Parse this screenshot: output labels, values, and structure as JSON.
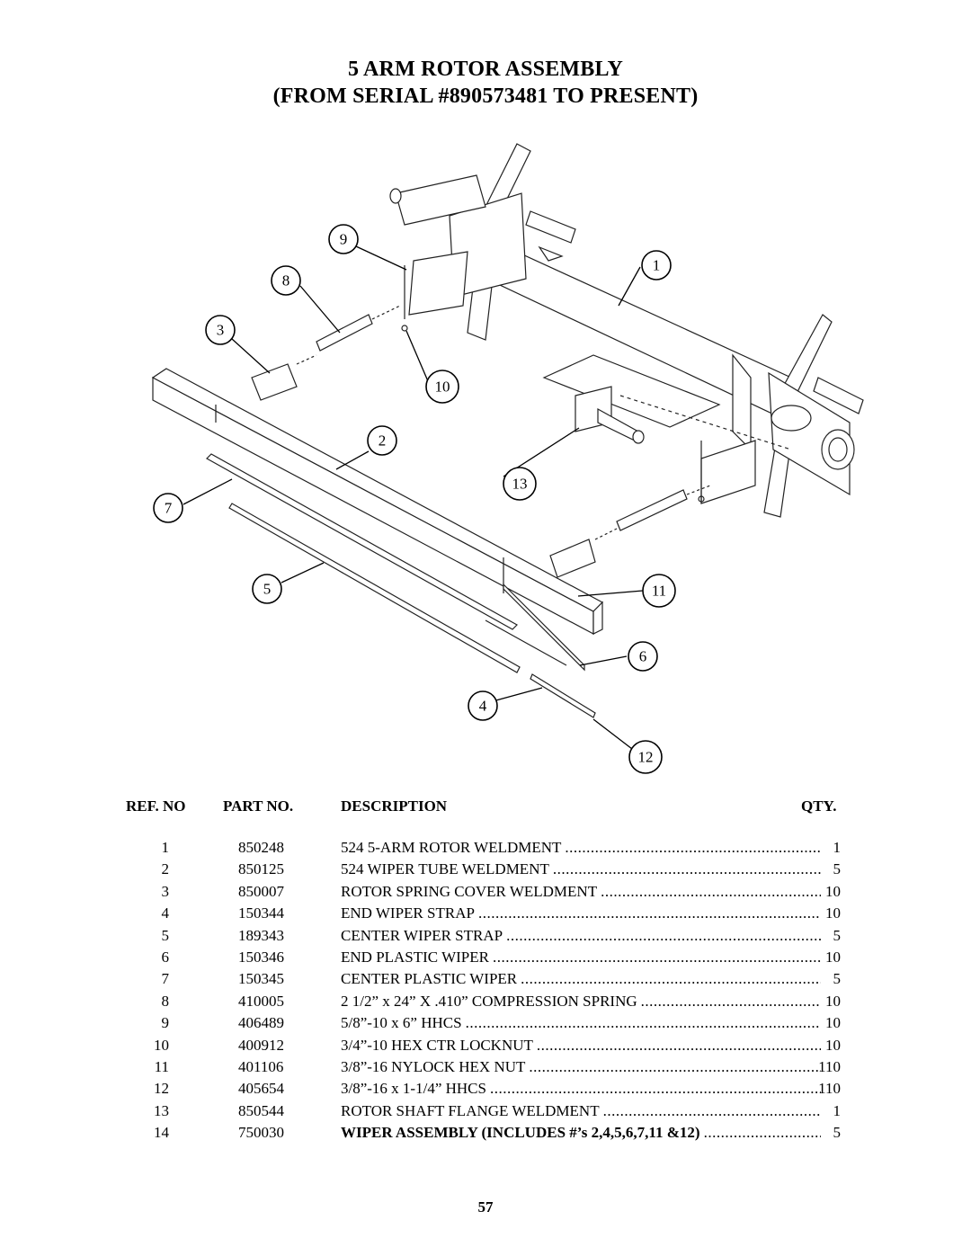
{
  "title": {
    "line1": "5 ARM ROTOR ASSEMBLY",
    "line2": "(FROM SERIAL #890573481 TO PRESENT)"
  },
  "callouts": [
    "1",
    "2",
    "3",
    "4",
    "5",
    "6",
    "7",
    "8",
    "9",
    "10",
    "11",
    "12",
    "13"
  ],
  "table": {
    "headers": {
      "ref": "REF. NO",
      "part": "PART NO.",
      "description": "DESCRIPTION",
      "qty": "QTY."
    },
    "rows": [
      {
        "ref": "1",
        "part": "850248",
        "description": "524 5-ARM ROTOR WELDMENT",
        "qty": "1"
      },
      {
        "ref": "2",
        "part": "850125",
        "description": "524 WIPER TUBE WELDMENT",
        "qty": "5"
      },
      {
        "ref": "3",
        "part": "850007",
        "description": "ROTOR SPRING COVER WELDMENT",
        "qty": "10"
      },
      {
        "ref": "4",
        "part": "150344",
        "description": "END WIPER STRAP",
        "qty": "10"
      },
      {
        "ref": "5",
        "part": "189343",
        "description": "CENTER WIPER STRAP",
        "qty": "5"
      },
      {
        "ref": "6",
        "part": "150346",
        "description": "END PLASTIC WIPER",
        "qty": "10"
      },
      {
        "ref": "7",
        "part": "150345",
        "description": "CENTER PLASTIC WIPER",
        "qty": "5"
      },
      {
        "ref": "8",
        "part": "410005",
        "description": "2 1/2” x 24” X .410” COMPRESSION SPRING",
        "qty": "10"
      },
      {
        "ref": "9",
        "part": "406489",
        "description": "5/8”-10 x 6” HHCS",
        "qty": "10"
      },
      {
        "ref": "10",
        "part": "400912",
        "description": "3/4”-10 HEX CTR LOCKNUT",
        "qty": "10"
      },
      {
        "ref": "11",
        "part": "401106",
        "description": "3/8”-16 NYLOCK HEX NUT",
        "qty": "110"
      },
      {
        "ref": "12",
        "part": "405654",
        "description": "3/8”-16 x 1-1/4” HHCS",
        "qty": "110"
      },
      {
        "ref": "13",
        "part": "850544",
        "description": "ROTOR SHAFT FLANGE WELDMENT",
        "qty": "1"
      },
      {
        "ref": "14",
        "part": "750030",
        "description": "WIPER ASSEMBLY (INCLUDES #’s 2,4,5,6,7,11 &12)",
        "qty": "5",
        "bold": true
      }
    ]
  },
  "page_number": "57"
}
